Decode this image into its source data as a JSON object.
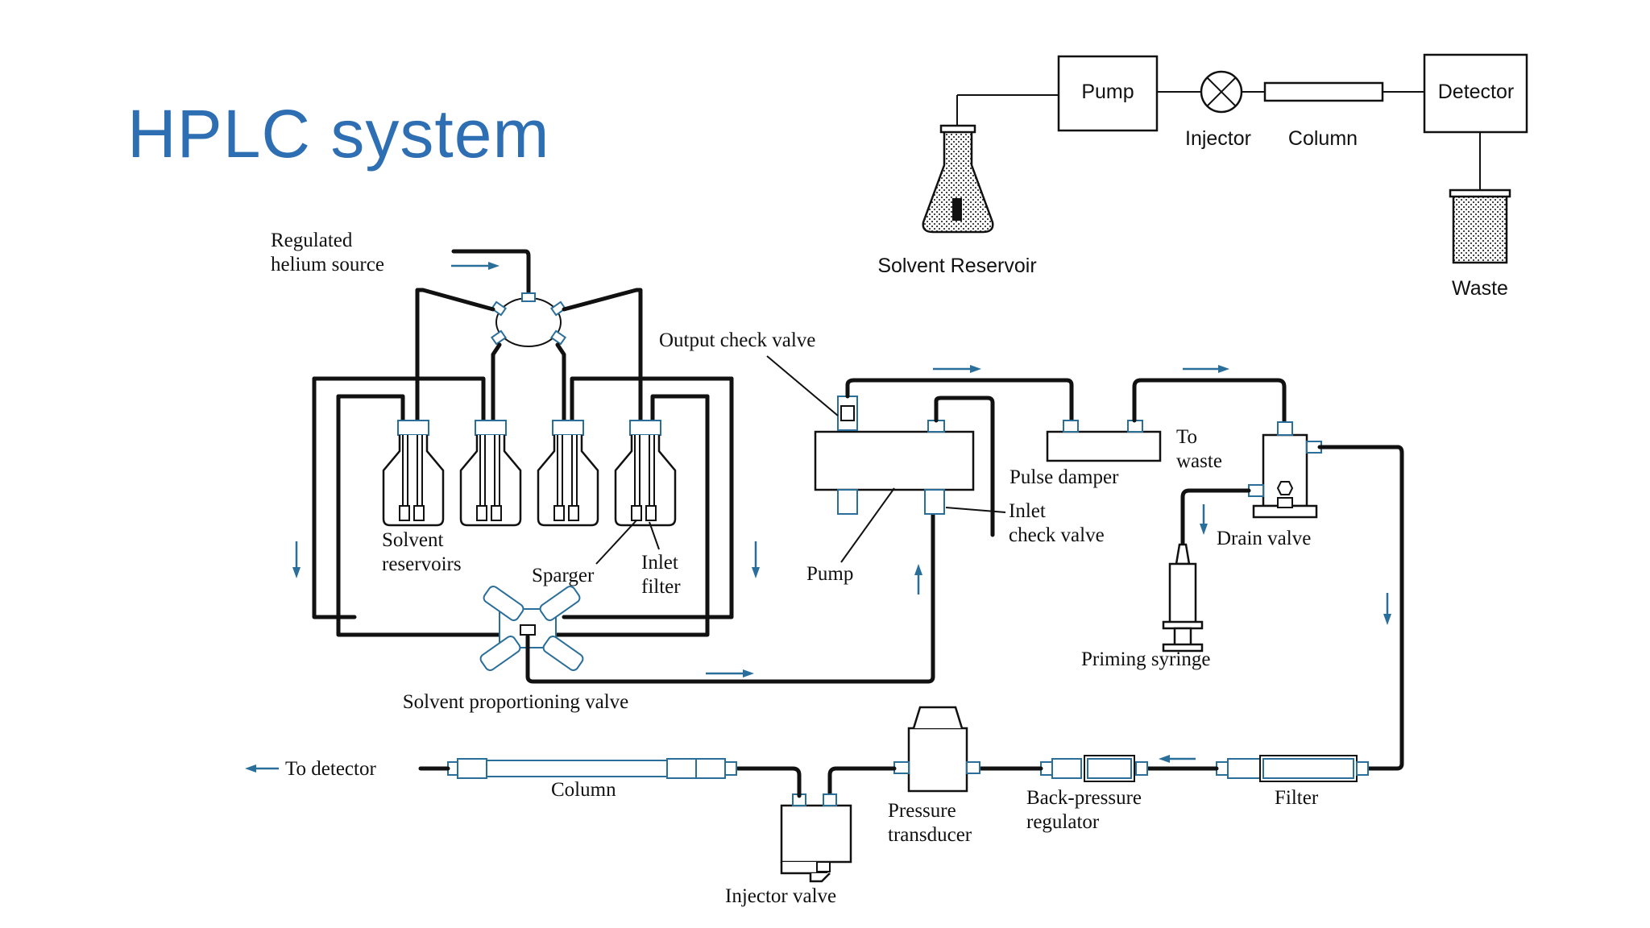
{
  "slide": {
    "title": "HPLC system"
  },
  "simple_diagram": {
    "pump": "Pump",
    "injector": "Injector",
    "column": "Column",
    "detector": "Detector",
    "solvent_reservoir": "Solvent Reservoir",
    "waste": "Waste"
  },
  "detailed_diagram": {
    "helium_line1": "Regulated",
    "helium_line2": "helium source",
    "output_check_valve": "Output check valve",
    "pulse_damper": "Pulse damper",
    "to_waste_line1": "To",
    "to_waste_line2": "waste",
    "solvent_reservoirs_line1": "Solvent",
    "solvent_reservoirs_line2": "reservoirs",
    "sparger": "Sparger",
    "inlet_filter_line1": "Inlet",
    "inlet_filter_line2": "filter",
    "pump": "Pump",
    "inlet_check_valve_line1": "Inlet",
    "inlet_check_valve_line2": "check valve",
    "drain_valve": "Drain valve",
    "priming_syringe": "Priming syringe",
    "solvent_proportioning_valve": "Solvent proportioning valve",
    "to_detector": "To detector",
    "column": "Column",
    "pressure_transducer_line1": "Pressure",
    "pressure_transducer_line2": "transducer",
    "back_pressure_regulator_line1": "Back-pressure",
    "back_pressure_regulator_line2": "regulator",
    "filter": "Filter",
    "injector_valve": "Injector valve"
  },
  "colors": {
    "title": "#2e6fb4",
    "flow_arrows": "#2a6e9a",
    "lines": "#111111"
  }
}
